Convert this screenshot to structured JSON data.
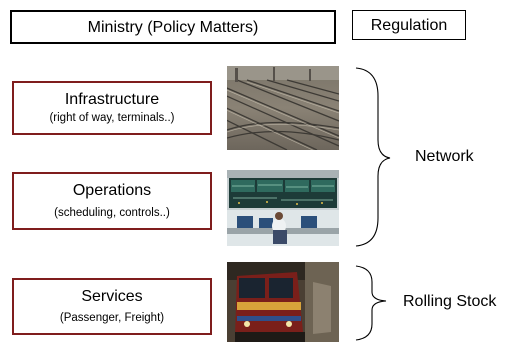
{
  "top": {
    "ministry_label": "Ministry (Policy Matters)",
    "regulation_label": "Regulation"
  },
  "layers": [
    {
      "title": "Infrastructure",
      "subtitle": "(right of way, terminals..)"
    },
    {
      "title": "Operations",
      "subtitle": "(scheduling, controls..)"
    },
    {
      "title": "Services",
      "subtitle": "(Passenger, Freight)"
    }
  ],
  "groups": {
    "network_label": "Network",
    "rolling_stock_label": "Rolling Stock"
  },
  "photos": {
    "infrastructure": "railway-tracks-photo",
    "operations": "control-room-photo",
    "services": "locomotive-photo"
  },
  "colors": {
    "layer_border": "#7f1d1d",
    "top_border": "#000000"
  }
}
